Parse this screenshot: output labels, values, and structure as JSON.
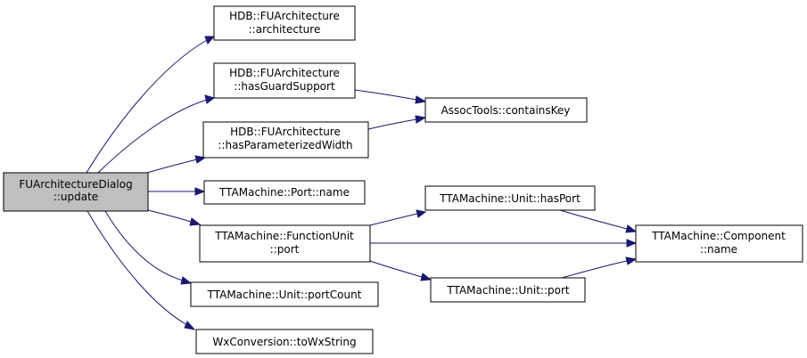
{
  "graph": {
    "nodes": {
      "fu_update": {
        "line1": "FUArchitectureDialog",
        "line2": "::update",
        "highlighted": true
      },
      "hdb_arch": {
        "line1": "HDB::FUArchitecture",
        "line2": "::architecture"
      },
      "hdb_guard": {
        "line1": "HDB::FUArchitecture",
        "line2": "::hasGuardSupport"
      },
      "hdb_param": {
        "line1": "HDB::FUArchitecture",
        "line2": "::hasParameterizedWidth"
      },
      "port_name": {
        "line1": "TTAMachine::Port::name"
      },
      "fu_port": {
        "line1": "TTAMachine::FunctionUnit",
        "line2": "::port"
      },
      "unit_portcount": {
        "line1": "TTAMachine::Unit::portCount"
      },
      "wx_tostring": {
        "line1": "WxConversion::toWxString"
      },
      "assoc_contains": {
        "line1": "AssocTools::containsKey"
      },
      "unit_hasport": {
        "line1": "TTAMachine::Unit::hasPort"
      },
      "unit_port": {
        "line1": "TTAMachine::Unit::port"
      },
      "comp_name": {
        "line1": "TTAMachine::Component",
        "line2": "::name"
      }
    },
    "edges": [
      [
        "fu_update",
        "hdb_arch"
      ],
      [
        "fu_update",
        "hdb_guard"
      ],
      [
        "fu_update",
        "hdb_param"
      ],
      [
        "fu_update",
        "port_name"
      ],
      [
        "fu_update",
        "fu_port"
      ],
      [
        "fu_update",
        "unit_portcount"
      ],
      [
        "fu_update",
        "wx_tostring"
      ],
      [
        "hdb_guard",
        "assoc_contains"
      ],
      [
        "hdb_param",
        "assoc_contains"
      ],
      [
        "fu_port",
        "unit_hasport"
      ],
      [
        "fu_port",
        "comp_name"
      ],
      [
        "fu_port",
        "unit_port"
      ],
      [
        "unit_hasport",
        "comp_name"
      ],
      [
        "unit_port",
        "comp_name"
      ]
    ],
    "colors": {
      "edge": "#191970",
      "highlight_fill": "#bfbfbf",
      "node_fill": "#ffffff",
      "node_border": "#000000"
    }
  }
}
